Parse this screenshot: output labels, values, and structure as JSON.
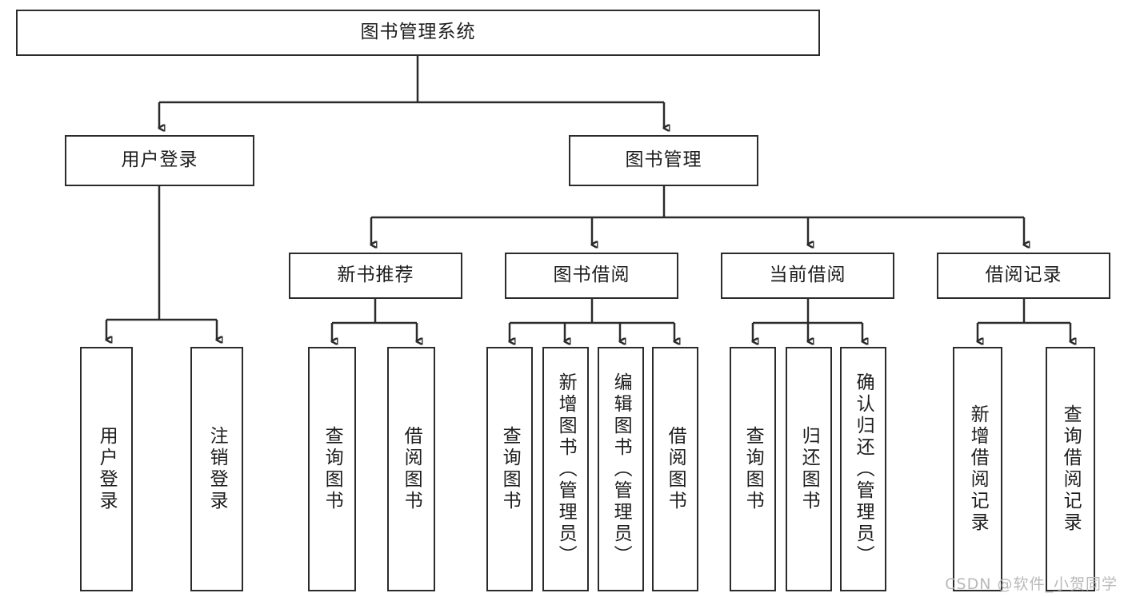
{
  "diagram": {
    "title_node": {
      "label": "图书管理系统"
    },
    "level2": [
      {
        "label": "用户登录"
      },
      {
        "label": "图书管理"
      }
    ],
    "level3": [
      {
        "label": "新书推荐"
      },
      {
        "label": "图书借阅"
      },
      {
        "label": "当前借阅"
      },
      {
        "label": "借阅记录"
      }
    ],
    "leaves": [
      {
        "label": "用户登录"
      },
      {
        "label": "注销登录"
      },
      {
        "label": "查询图书"
      },
      {
        "label": "借阅图书"
      },
      {
        "label": "查询图书"
      },
      {
        "label": "新增图书（管理员）"
      },
      {
        "label": "编辑图书（管理员）"
      },
      {
        "label": "借阅图书"
      },
      {
        "label": "查询图书"
      },
      {
        "label": "归还图书"
      },
      {
        "label": "确认归还（管理员）"
      },
      {
        "label": "新增借阅记录"
      },
      {
        "label": "查询借阅记录"
      }
    ],
    "watermark": "CSDN @软件_小贺同学",
    "colors": {
      "stroke": "#2b2b2b",
      "background": "#ffffff",
      "text": "#1d1d1d",
      "watermark": "#b9b9b9"
    }
  }
}
